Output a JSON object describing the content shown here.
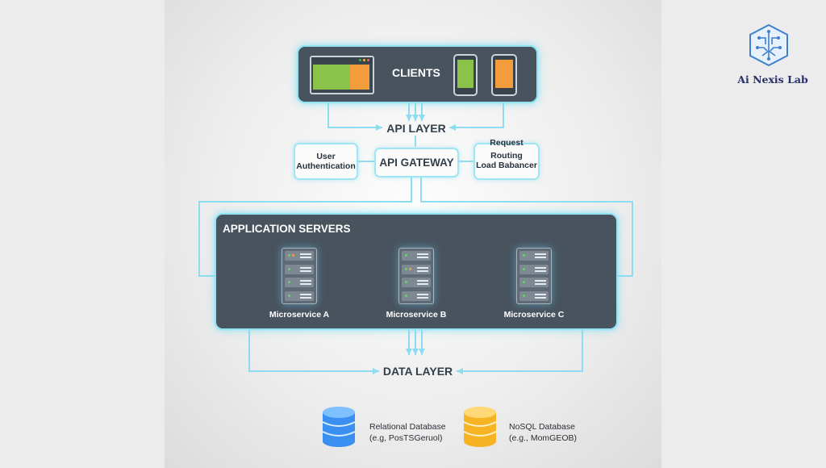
{
  "brand": {
    "name": "Ai Nexis Lab",
    "logo_icon": "hexagon-circuit-icon",
    "color": "#27306a"
  },
  "clients": {
    "title": "CLIENTS"
  },
  "api_layer": {
    "title": "API LAYER",
    "gateway": "API GATEWAY",
    "left_box": [
      "User",
      "Authentication"
    ],
    "right_box": [
      "Request",
      "Routing",
      "Load Babancer"
    ]
  },
  "application": {
    "title": "APPLICATION SERVERS",
    "services": [
      "Microservice A",
      "Microservice B",
      "Microservice C"
    ]
  },
  "data_layer": {
    "title": "DATA LAYER",
    "databases": [
      {
        "name": "Relational Database",
        "example": "(e.g, PosTSGeruol)",
        "color": "#3a8ff0"
      },
      {
        "name": "NoSQL Database",
        "example": "(e.g., MomGEOB)",
        "color": "#f6b324"
      }
    ]
  },
  "colors": {
    "connector": "#8edcf0",
    "panel": "#48535e",
    "accent_green": "#8bc34a",
    "accent_orange": "#f39c3c"
  }
}
